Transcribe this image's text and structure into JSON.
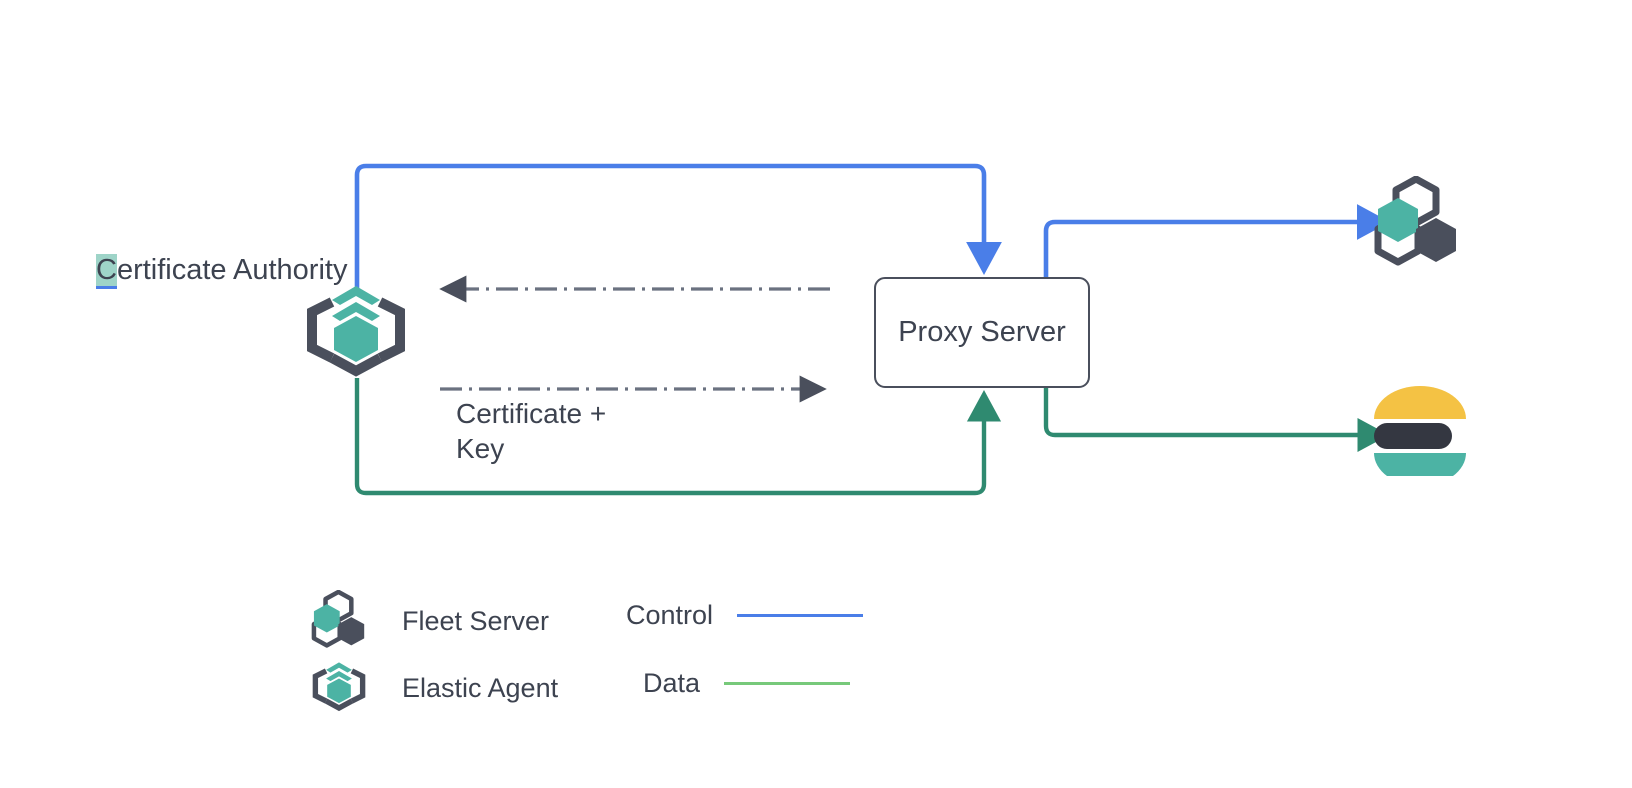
{
  "diagram": {
    "title_nodes": {
      "certificate_authority": {
        "label_highlight": "C",
        "label_rest": "ertificate Authority",
        "icon": "elastic-agent-icon"
      },
      "proxy_server": {
        "label": "Proxy Server"
      },
      "fleet_server": {
        "icon": "fleet-server-icon"
      },
      "elasticsearch": {
        "icon": "elasticsearch-icon"
      }
    },
    "edge_labels": {
      "certificate_key_line1": "Certificate +",
      "certificate_key_line2": "Key"
    },
    "legend": {
      "items": [
        {
          "label": "Fleet Server",
          "icon": "fleet-server-icon"
        },
        {
          "label": "Elastic Agent",
          "icon": "elastic-agent-icon"
        }
      ],
      "lines": [
        {
          "label": "Control",
          "color": "#4a7ee8"
        },
        {
          "label": "Data",
          "color": "#77c97a"
        }
      ]
    },
    "colors": {
      "control_line": "#4a7ee8",
      "data_line": "#2f8a70",
      "legend_data_line": "#77c97a",
      "dashed_line": "#6b7280",
      "teal": "#4cb3a4",
      "dark_slate": "#4a4f5c",
      "text": "#3d4350",
      "es_yellow": "#f4c244",
      "es_dark": "#343741",
      "es_teal": "#4cb3a4",
      "highlight": "#9ed4c8"
    }
  }
}
